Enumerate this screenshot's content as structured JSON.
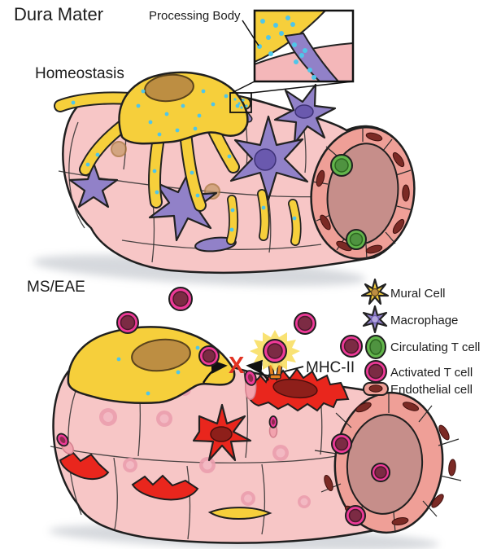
{
  "title": "Dura Mater",
  "panels": {
    "homeostasis": {
      "label": "Homeostasis"
    },
    "ms_eae": {
      "label": "MS/EAE"
    }
  },
  "callout": {
    "processing_body_label": "Processing Body"
  },
  "mhc": {
    "label": "MHC-II"
  },
  "x_mark": "X",
  "legend": {
    "items": [
      {
        "id": "mural-cell",
        "label": "Mural Cell",
        "color": "#f6cf3b"
      },
      {
        "id": "macrophage",
        "label": "Macrophage",
        "color": "#9181c8"
      },
      {
        "id": "circulating-t-cell",
        "label": "Circulating T cell",
        "color": "#62b54b"
      },
      {
        "id": "activated-t-cell",
        "label": "Activated T cell",
        "color": "#ee3a98"
      },
      {
        "id": "endothelial-cell",
        "label": "Endothelial cell",
        "color": "#ef9f97"
      }
    ]
  },
  "colors": {
    "vessel_pink": "#f7c6c6",
    "endothelial_ring": "#ef9f97",
    "lumen": "#c68e8a",
    "nucleus_maroon": "#7b2a25",
    "mural_yellow": "#f6cf3b",
    "mural_nucleus_brown": "#bd8e42",
    "macrophage_purple": "#9181c8",
    "macrophage_nucleus": "#6a59ae",
    "processing_body_cyan": "#4fc6e9",
    "activated_macrophage_red": "#e9261d",
    "t_cell_green": "#62b54b",
    "t_cell_magenta": "#ee3a98",
    "t_cell_center_maroon": "#7c2b44",
    "mhc_orange": "#e8821f",
    "x_red": "#e23222"
  }
}
